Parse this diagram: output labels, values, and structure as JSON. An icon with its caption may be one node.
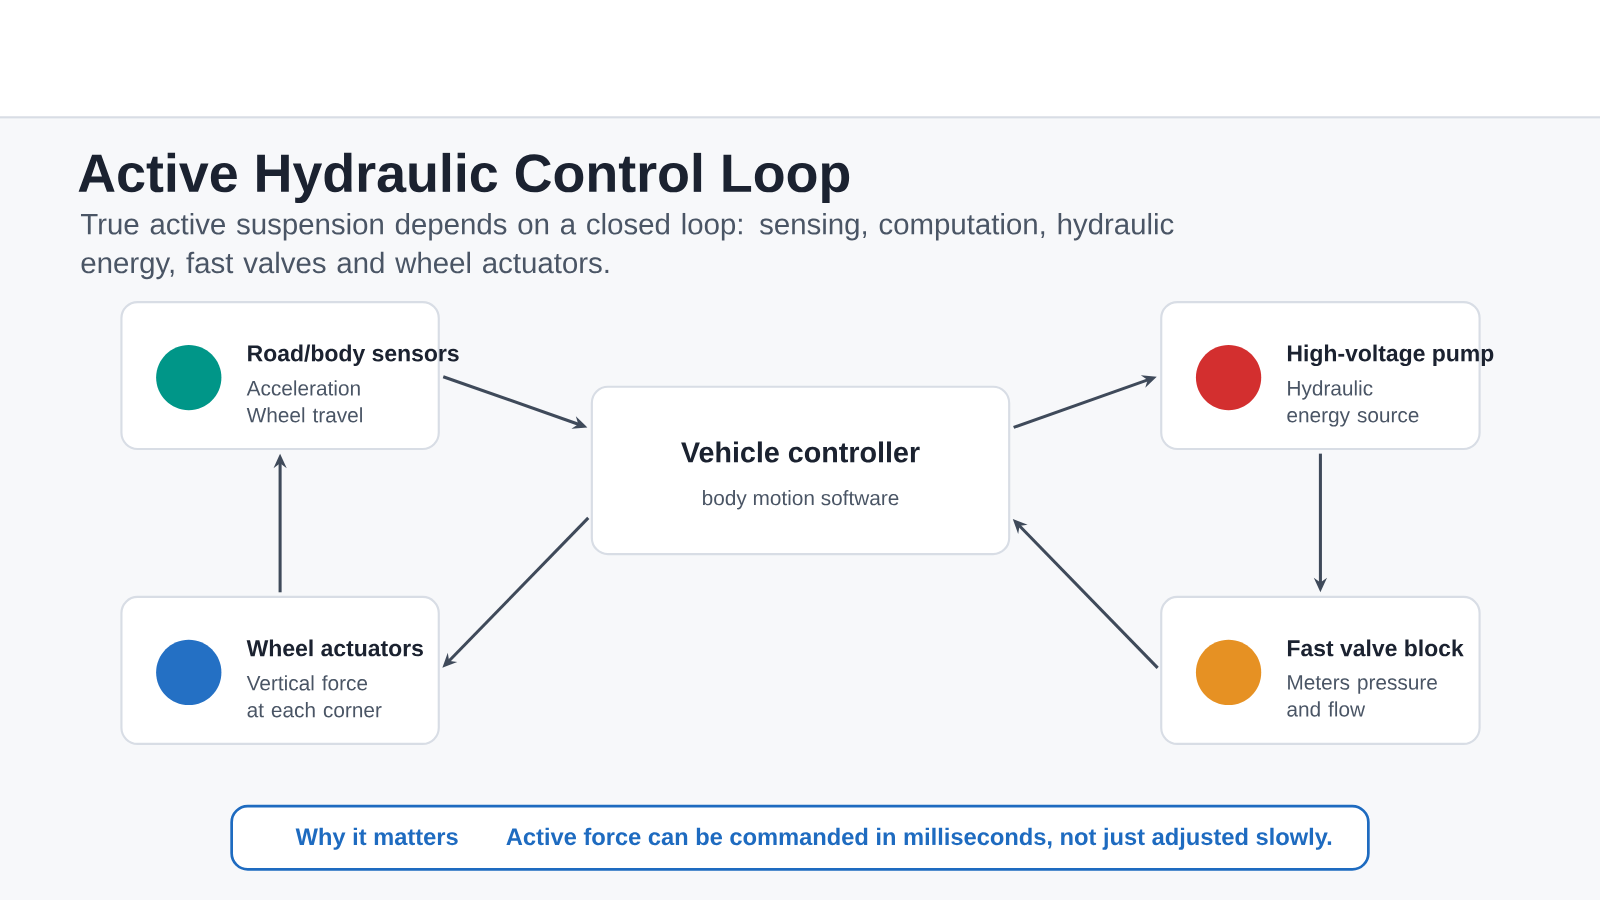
{
  "diagram": {
    "title": "Active Hydraulic Control Loop",
    "nodes": [
      {
        "text": [
          "Road/body sensors",
          "Acceleration Wheel travel"
        ]
      },
      {
        "text": [
          "Vehicle controller",
          "body motion software"
        ]
      },
      {
        "text": [
          "High-voltage pump",
          "Hydraulic energy source"
        ]
      },
      {
        "text": [
          "Fast valve block",
          "Meters pressure and flow"
        ]
      },
      {
        "text": [
          "Wheel actuators",
          "Vertical force at each corner"
        ]
      },
      {
        "text": [
          "Why it matters",
          "Active force can be commanded in milliseconds, not just adjusted slowly."
        ]
      }
    ],
    "edges": [
      {
        "from": 0,
        "to": 1,
        "arrow": "to"
      },
      {
        "from": 1,
        "to": 2,
        "arrow": "to"
      },
      {
        "from": 2,
        "to": 3,
        "arrow": "to"
      },
      {
        "from": 3,
        "to": 1,
        "arrow": "to"
      },
      {
        "from": 1,
        "to": 4,
        "arrow": "to"
      },
      {
        "from": 4,
        "to": 0,
        "arrow": "to"
      }
    ],
    "labels": [
      "True active suspension depends on a closed loop: sensing, computation, hydraulic energy, fast valves and wheel actuators."
    ]
  }
}
